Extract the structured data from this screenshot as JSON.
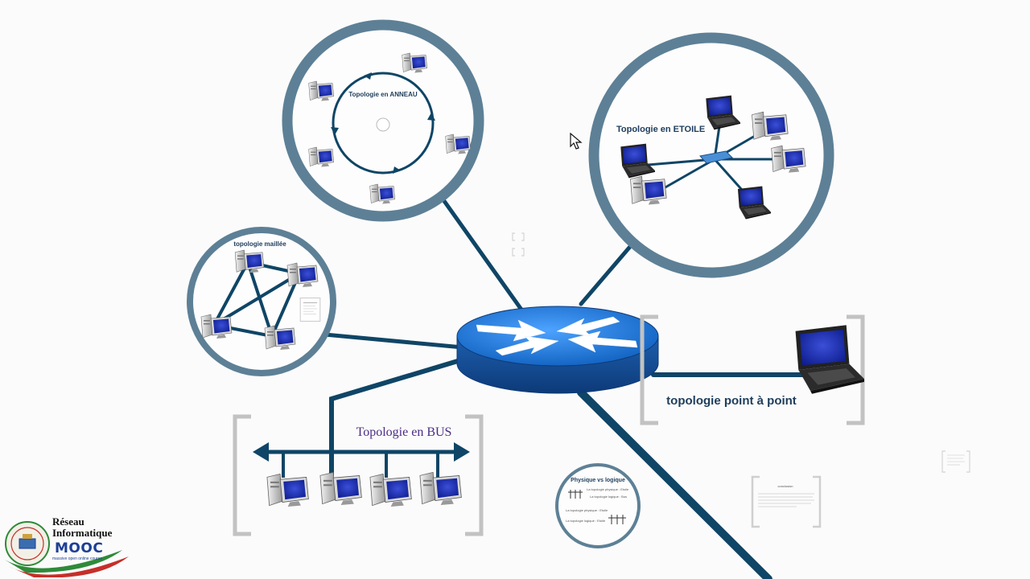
{
  "diagram": {
    "ring": {
      "title": "Topologie en ANNEAU"
    },
    "star": {
      "title": "Topologie en ETOILE"
    },
    "mesh": {
      "title": "topologie maillée"
    },
    "bus": {
      "title": "Topologie en BUS"
    },
    "p2p": {
      "title": "topologie point à point"
    },
    "physical": {
      "title": "Physique vs logique",
      "lines": [
        "La topologie physique : Etoile",
        "La topologie logique : Bus",
        "La topologie physique : Etoile",
        "La topologie logique : Etoile"
      ]
    },
    "conclusion": {
      "title": "conclusion"
    }
  },
  "colors": {
    "line": "#0f4566",
    "ring": "#5d8096",
    "router": "#1a64b4",
    "bracket": "#c2c2c2"
  },
  "logo": {
    "line1": "Réseau",
    "line2": "Informatique",
    "brand": "MOOC",
    "tagline": "massive open online course"
  }
}
